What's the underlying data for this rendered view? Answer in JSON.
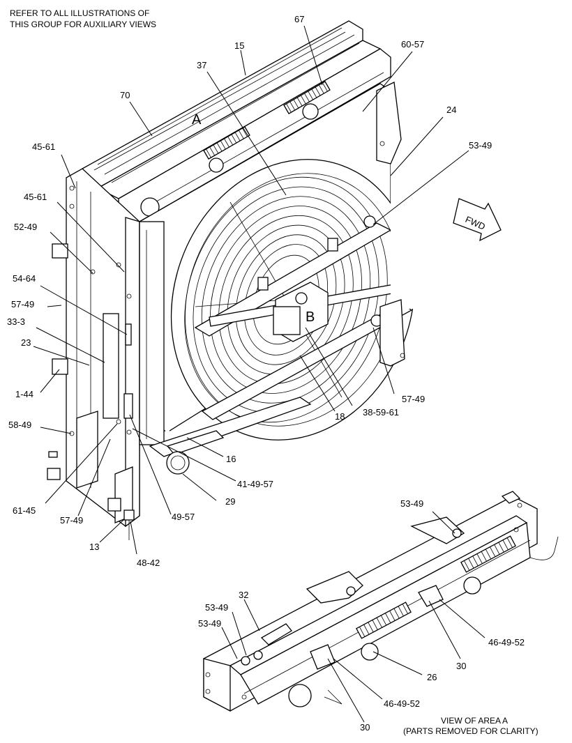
{
  "notes": {
    "top_left_line1": "REFER TO ALL ILLUSTRATIONS OF",
    "top_left_line2": "THIS GROUP FOR AUXILIARY VIEWS",
    "view_caption_line1": "VIEW OF AREA A",
    "view_caption_line2": "(PARTS REMOVED FOR CLARITY)"
  },
  "view_letters": {
    "a": "A",
    "b": "B"
  },
  "fwd_arrow": {
    "label": "FWD"
  },
  "callouts": [
    {
      "id": "c67",
      "text": "67"
    },
    {
      "id": "c60-57",
      "text": "60-57"
    },
    {
      "id": "c15",
      "text": "15"
    },
    {
      "id": "c37",
      "text": "37"
    },
    {
      "id": "c70",
      "text": "70"
    },
    {
      "id": "c24",
      "text": "24"
    },
    {
      "id": "c53-49-top",
      "text": "53-49"
    },
    {
      "id": "c45-61-a",
      "text": "45-61"
    },
    {
      "id": "c45-61-b",
      "text": "45-61"
    },
    {
      "id": "c52-49",
      "text": "52-49"
    },
    {
      "id": "c54-64",
      "text": "54-64"
    },
    {
      "id": "c57-49-a",
      "text": "57-49"
    },
    {
      "id": "c33-3",
      "text": "33-3"
    },
    {
      "id": "c23",
      "text": "23"
    },
    {
      "id": "c1-44",
      "text": "1-44"
    },
    {
      "id": "c58-49",
      "text": "58-49"
    },
    {
      "id": "c61-45",
      "text": "61-45"
    },
    {
      "id": "c57-49-b",
      "text": "57-49"
    },
    {
      "id": "c13",
      "text": "13"
    },
    {
      "id": "c48-42",
      "text": "48-42"
    },
    {
      "id": "c49-57",
      "text": "49-57"
    },
    {
      "id": "c29",
      "text": "29"
    },
    {
      "id": "c41-49-57",
      "text": "41-49-57"
    },
    {
      "id": "c16",
      "text": "16"
    },
    {
      "id": "c18",
      "text": "18"
    },
    {
      "id": "c38-59-61",
      "text": "38-59-61"
    },
    {
      "id": "c57-49-c",
      "text": "57-49"
    },
    {
      "id": "c53-49-detail",
      "text": "53-49"
    },
    {
      "id": "c32",
      "text": "32"
    },
    {
      "id": "c53-49-d1",
      "text": "53-49"
    },
    {
      "id": "c53-49-d2",
      "text": "53-49"
    },
    {
      "id": "c46-49-52-a",
      "text": "46-49-52"
    },
    {
      "id": "c30-a",
      "text": "30"
    },
    {
      "id": "c26",
      "text": "26"
    },
    {
      "id": "c46-49-52-b",
      "text": "46-49-52"
    },
    {
      "id": "c30-b",
      "text": "30"
    }
  ]
}
